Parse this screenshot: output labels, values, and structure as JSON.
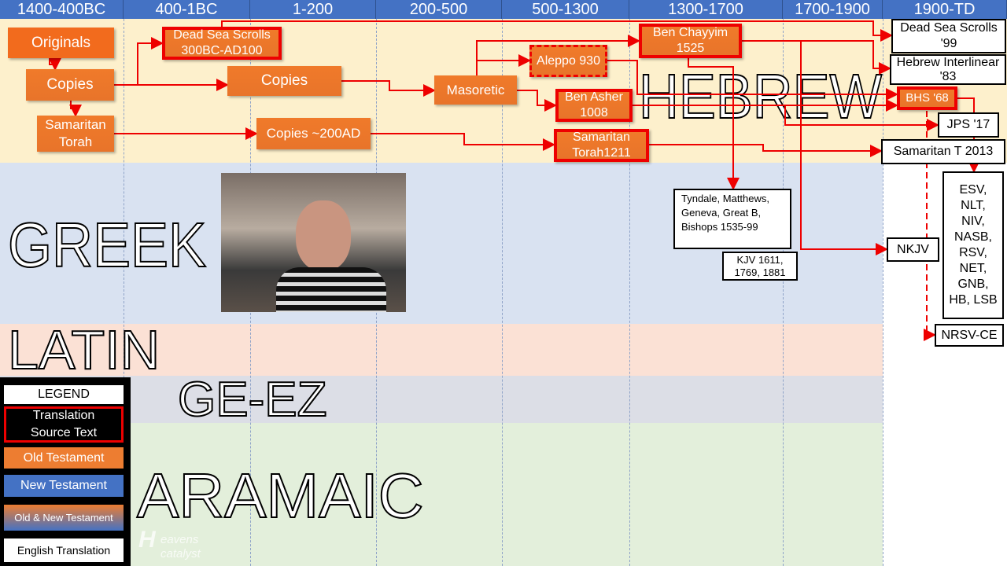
{
  "header": {
    "periods": [
      "1400-400BC",
      "400-1BC",
      "1-200",
      "200-500",
      "500-1300",
      "1300-1700",
      "1700-1900",
      "1900-TD"
    ]
  },
  "languages": {
    "hebrew": "HEBREW",
    "greek": "GREEK",
    "latin": "LATIN",
    "geez": "GE-EZ",
    "aramaic": "ARAMAIC"
  },
  "old_testament_boxes": {
    "originals": "Originals",
    "copies1": "Copies",
    "samaritan_torah": "Samaritan Torah",
    "dead_sea_scrolls": "Dead Sea Scrolls 300BC-AD100",
    "copies2": "Copies",
    "copies_200ad": "Copies ~200AD",
    "masoretic": "Masoretic",
    "aleppo": "Aleppo 930",
    "ben_chayyim": "Ben Chayyim 1525",
    "ben_asher": "Ben Asher 1008",
    "samaritan_torah_1211": "Samaritan Torah1211",
    "bhs": "BHS '68"
  },
  "english_boxes": {
    "dss99": "Dead Sea Scrolls '99",
    "hebrew_interlinear": "Hebrew Interlinear '83",
    "jps": "JPS '17",
    "samaritan_2013": "Samaritan  T 2013",
    "tyndale": "Tyndale, Matthews, Geneva, Great B, Bishops 1535-99",
    "kjv": "KJV 1611, 1769, 1881",
    "nkjv": "NKJV",
    "modern": "ESV, NLT, NIV, NASB, RSV, NET, GNB, HB, LSB",
    "nrsv": "NRSV-CE"
  },
  "legend": {
    "title": "LEGEND",
    "source": "Translation Source Text",
    "ot": "Old Testament",
    "nt": "New Testament",
    "both": "Old & New Testament",
    "english": "English Translation"
  },
  "logo": "Heavens Catalyst",
  "colors": {
    "ot": "#ed7d31",
    "nt": "#4472c4",
    "source_border": "#e00000",
    "header": "#4472c4"
  }
}
